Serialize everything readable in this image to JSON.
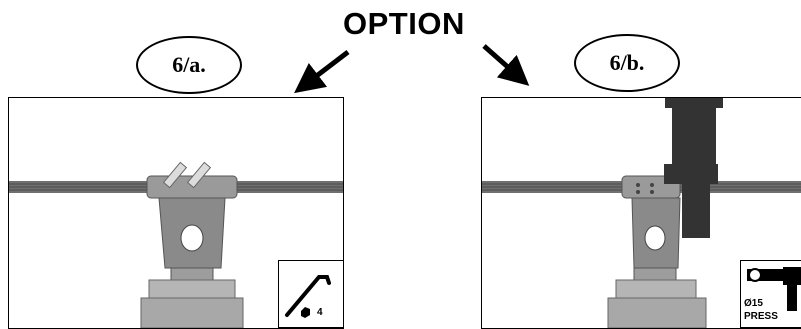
{
  "header": {
    "option_label": "OPTION"
  },
  "panels": [
    {
      "step_label": "6/a.",
      "tool": {
        "hex_size": "4",
        "icon": "hex-key-icon"
      }
    },
    {
      "step_label": "6/b.",
      "tool": {
        "diameter": "Ø15",
        "mode": "PRESS",
        "icon": "press-tool-icon"
      }
    }
  ],
  "colors": {
    "outline": "#000000",
    "cable": "#6e6e6e",
    "metal": "#8c8c8c",
    "tool_dark": "#333333"
  }
}
